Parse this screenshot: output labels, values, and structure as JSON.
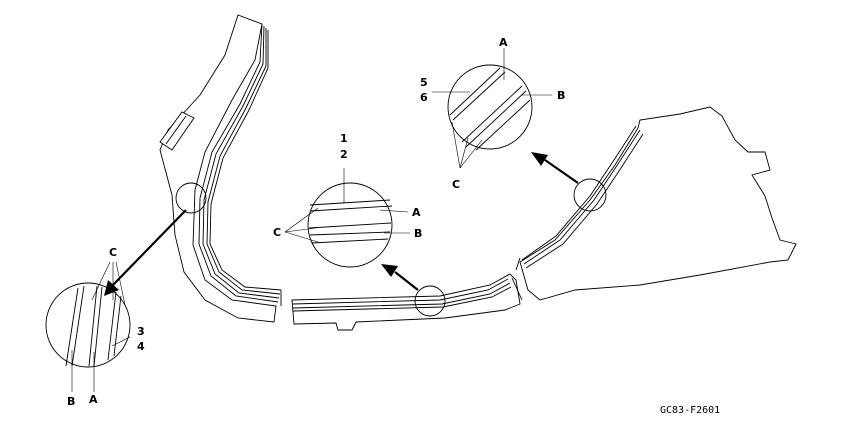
{
  "labels": {
    "n1": "1",
    "n2": "2",
    "n3": "3",
    "n4": "4",
    "n5": "5",
    "n6": "6",
    "a": "A",
    "b": "B",
    "c": "C"
  },
  "figure_code": "GC83-F2601"
}
